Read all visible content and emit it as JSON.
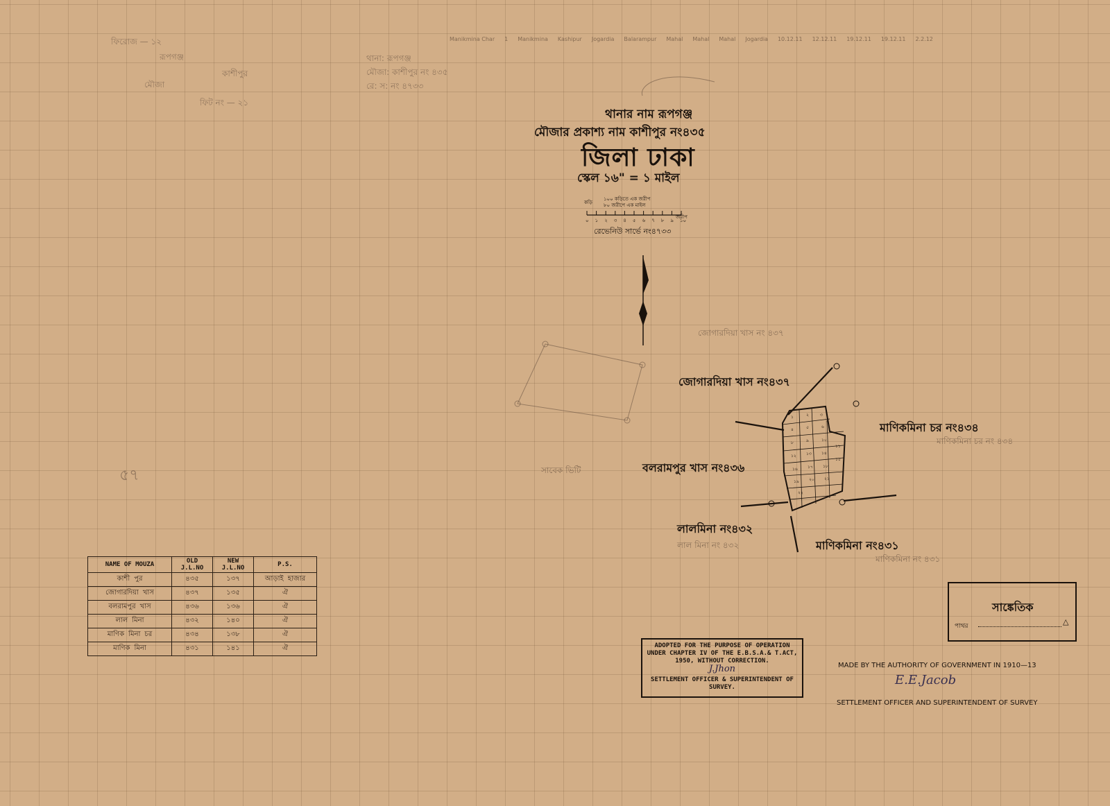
{
  "header_ledger": [
    "Manikmina Char",
    "1",
    "Manikmina",
    "Kashipur",
    "Jogardia",
    "Balarampur",
    "Mahal",
    "Mahal",
    "Mahal",
    "Jogardia",
    "10.12.11",
    "12.12.11",
    "19.12.11",
    "19.12.11",
    "2.2.12"
  ],
  "pencil_notes": {
    "top_left_1": "ফিরোজ — ১২",
    "top_left_2": "রূপগঞ্জ",
    "top_left_3": "কাশীপুর",
    "top_left_4": "মৌজা",
    "top_left_5": "ফিট নং — ২১",
    "bracket_1": "থানা: রূপগঞ্জ",
    "bracket_2": "মৌজা: কাশীপুর নং ৪৩৫",
    "bracket_3": "রে: স: নং ৪৭৩৩",
    "margin_mark": "৫৭"
  },
  "title": {
    "thana": "থানার নাম রূপগঞ্জ",
    "mouza": "মৌজার প্রকাশ্য নাম কাশীপুর নং৪৩৫",
    "district": "জিলা ঢাকা",
    "scale": "স্কেল ১৬\" = ১ মাইল"
  },
  "scale_bar": {
    "note1": "১০০ কড়িতে এক জরীপ",
    "note2": "৮০ জরীপে এক মাইল",
    "unit_left": "কড়ি",
    "unit_right": "জরীপ",
    "ticks": [
      "০",
      "১",
      "২",
      "৩",
      "৪",
      "৫",
      "৬",
      "৭",
      "৮",
      "৯",
      "১০"
    ]
  },
  "revenue_survey": "রেভেনিউ সার্ভে নং৪৭৩৩",
  "neighbours": {
    "north": "জোগারদিয়া খাস নং৪৩৭",
    "east": "মাণিকমিনা চর নং৪৩৪",
    "west": "বলরামপুর খাস নং৪৩৬",
    "southwest": "লালমিনা নং৪৩২",
    "south": "মাণিকমিনা নং৪৩১"
  },
  "pencil_neighbours": {
    "north": "জোগারদিয়া খাস নং ৪৩৭",
    "east": "মাণিকমিনা চর নং ৪৩৪",
    "west": "সাবেক ভিটি",
    "southwest": "লাল মিনা নং ৪৩২",
    "south": "মাণিকমিনা নং ৪৩১"
  },
  "plots": [
    "১",
    "২",
    "৩",
    "৪",
    "৫",
    "৬",
    "৭",
    "৮",
    "৯",
    "১০",
    "১১",
    "১২",
    "১৩",
    "১৪",
    "১৫",
    "১৬",
    "১৭",
    "১৮",
    "১৯",
    "২০",
    "২১",
    "২২"
  ],
  "mouza_table": {
    "headers": [
      "NAME OF MOUZA",
      "OLD J.L.NO",
      "NEW J.L.NO",
      "P.S."
    ],
    "rows": [
      [
        "কাশী পুর",
        "৪৩৫",
        "১৩৭",
        "আড়াই হাজার"
      ],
      [
        "জোগারদিয়া খাস",
        "৪৩৭",
        "১৩৫",
        "ঐ"
      ],
      [
        "বলরামপুর খাস",
        "৪৩৬",
        "১৩৬",
        "ঐ"
      ],
      [
        "লাল মিনা",
        "৪৩২",
        "১৪০",
        "ঐ"
      ],
      [
        "মাণিক মিনা চর",
        "৪৩৪",
        "১৩৮",
        "ঐ"
      ],
      [
        "মাণিক মিনা",
        "৪৩১",
        "১৪১",
        "ঐ"
      ]
    ]
  },
  "stamp": {
    "line1": "ADOPTED FOR THE PURPOSE OF OPERATION",
    "line2": "UNDER CHAPTER IV OF THE E.B.S.A.& T.ACT,",
    "line3": "1950, WITHOUT CORRECTION.",
    "signature": "J.Jhon",
    "line4": "SETTLEMENT OFFICER & SUPERINTENDENT OF",
    "line5": "SURVEY."
  },
  "legend": {
    "title": "সাঙ্কেতিক",
    "item": "পাথর",
    "symbol": "△"
  },
  "authority": {
    "made_by": "MADE BY THE AUTHORITY OF GOVERNMENT IN 1910—13",
    "signature": "E.E.Jacob",
    "officer": "SETTLEMENT OFFICER AND SUPERINTENDENT OF SURVEY"
  },
  "colors": {
    "paper": "#d2ae87",
    "ink": "#1a120c",
    "pencil": "#7a6250"
  }
}
